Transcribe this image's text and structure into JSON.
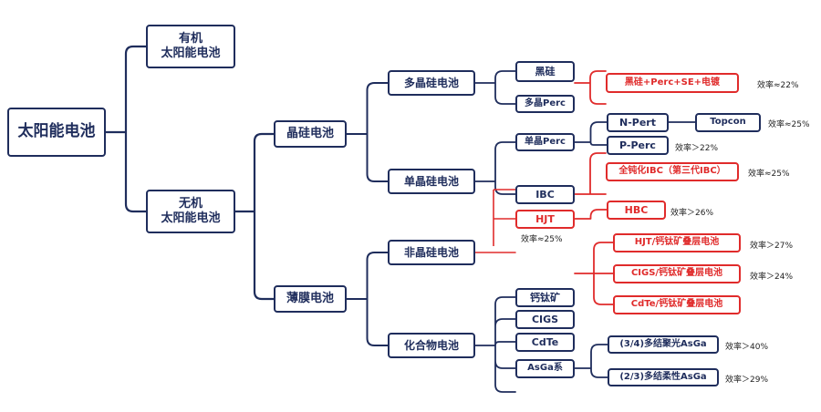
{
  "colors": {
    "navy": "#1f2d5c",
    "red": "#e02b2b"
  },
  "nodes": {
    "root": "太阳能电池",
    "organic": "有机\n太阳能电池",
    "inorganic": "无机\n太阳能电池",
    "crystalline": "晶硅电池",
    "thin_film": "薄膜电池",
    "poly_si": "多晶硅电池",
    "mono_si": "单晶硅电池",
    "amorphous": "非晶硅电池",
    "compound": "化合物电池",
    "black_si": "黑硅",
    "poly_perc": "多晶Perc",
    "mono_perc": "单晶Perc",
    "ibc": "IBC",
    "hjt": "HJT",
    "n_pert": "N-Pert",
    "p_perc": "P-Perc",
    "topcon": "Topcon",
    "perovskite": "钙钛矿",
    "cigs": "CIGS",
    "cdte": "CdTe",
    "asga": "AsGa系",
    "black_si_combo": "黑硅+Perc+SE+电镀",
    "full_ibc": "全钝化IBC（第三代IBC）",
    "hbc": "HBC",
    "hjt_perovskite": "HJT/钙钛矿叠层电池",
    "cigs_perovskite": "CIGS/钙钛矿叠层电池",
    "cdte_perovskite": "CdTe/钙钛矿叠层电池",
    "asga_34": "(3/4)多结聚光AsGa",
    "asga_23": "(2/3)多结柔性AsGa"
  },
  "efficiency": {
    "black_si_combo": "效率≈22%",
    "topcon": "效率≈25%",
    "p_perc": "效率＞22%",
    "full_ibc": "效率≈25%",
    "hbc": "效率＞26%",
    "hjt": "效率≈25%",
    "hjt_perovskite": "效率＞27%",
    "cigs_perovskite": "效率＞24%",
    "asga_34": "效率＞40%",
    "asga_23": "效率＞29%"
  }
}
